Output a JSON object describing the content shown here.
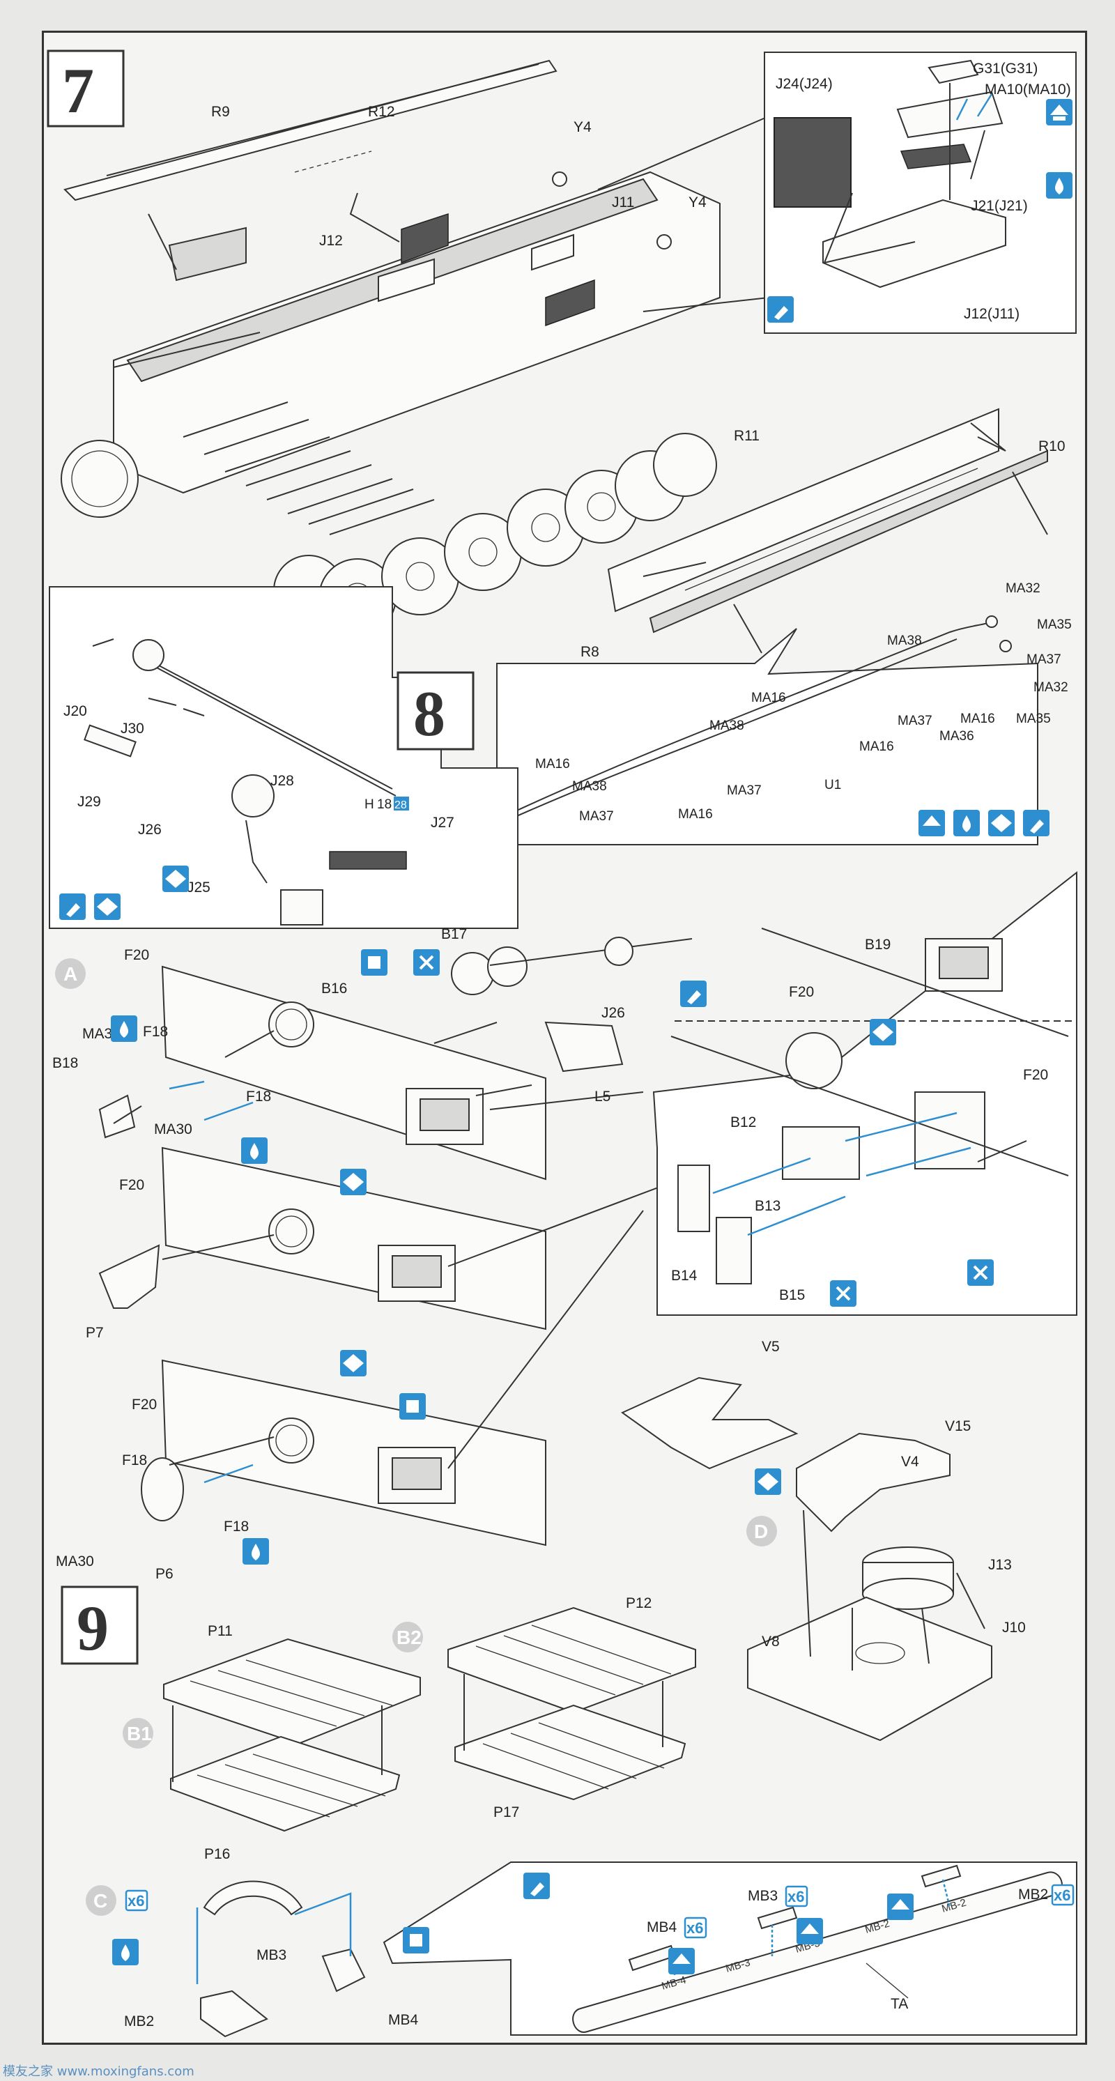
{
  "steps": {
    "s7": "7",
    "s8": "8",
    "s9": "9"
  },
  "subassemblies": {
    "a": "A",
    "b1": "B1",
    "b2": "B2",
    "c": "C",
    "d": "D"
  },
  "multipliers": {
    "c": "x6",
    "mb3": "x6",
    "mb4": "x6",
    "mb2": "x6"
  },
  "h_marker": {
    "prefix": "H",
    "a": "18",
    "b": "28"
  },
  "labels": {
    "R9": "R9",
    "R12": "R12",
    "Y4a": "Y4",
    "Y4b": "Y4",
    "J11": "J11",
    "J12": "J12",
    "J24": "J24(J24)",
    "G31": "G31(G31)",
    "MA10": "MA10(MA10)",
    "J21": "J21(J21)",
    "J12J11": "J12(J11)",
    "R11": "R11",
    "R10": "R10",
    "R8": "R8",
    "MA32a": "MA32",
    "MA35a": "MA35",
    "MA38a": "MA38",
    "MA37a": "MA37",
    "MA32b": "MA32",
    "MA16a": "MA16",
    "MA37b": "MA37",
    "MA16b": "MA16",
    "MA35b": "MA35",
    "MA36": "MA36",
    "MA38b": "MA38",
    "MA16c": "MA16",
    "U1": "U1",
    "MA16d": "MA16",
    "MA38c": "MA38",
    "MA37c": "MA37",
    "MA16e": "MA16",
    "MA37d": "MA37",
    "J20": "J20",
    "J30": "J30",
    "J28": "J28",
    "J29": "J29",
    "J26a": "J26",
    "J27": "J27",
    "J25": "J25",
    "B17": "B17",
    "B16": "B16",
    "J26b": "J26",
    "F20a": "F20",
    "MA30a": "MA30",
    "F18a": "F18",
    "B18": "B18",
    "F18b": "F18",
    "MA30b": "MA30",
    "L5": "L5",
    "B19": "B19",
    "F20b": "F20",
    "F20c": "F20",
    "B12": "B12",
    "B13": "B13",
    "B14": "B14",
    "B15": "B15",
    "F20d": "F20",
    "P7": "P7",
    "F20e": "F20",
    "F18c": "F18",
    "F18d": "F18",
    "MA30c": "MA30",
    "P6": "P6",
    "V5": "V5",
    "V15": "V15",
    "V4": "V4",
    "J13": "J13",
    "J10": "J10",
    "V8": "V8",
    "P11": "P11",
    "P12": "P12",
    "P16": "P16",
    "P17": "P17",
    "MB3a": "MB3",
    "MB2a": "MB2",
    "MB4a": "MB4",
    "MB3b": "MB3",
    "MB4b": "MB4",
    "MB2b": "MB2",
    "TA": "TA",
    "tag1": "MB-4",
    "tag2": "MB-3",
    "tag3": "MB-3",
    "tag4": "MB-2",
    "tag5": "MB-2"
  },
  "icons": [
    "cement-icon",
    "paint-icon",
    "optional-parts-icon",
    "flip-over-icon",
    "remove-icon",
    "drill-icon"
  ],
  "watermark": "模友之家 www.moxingfans.com"
}
